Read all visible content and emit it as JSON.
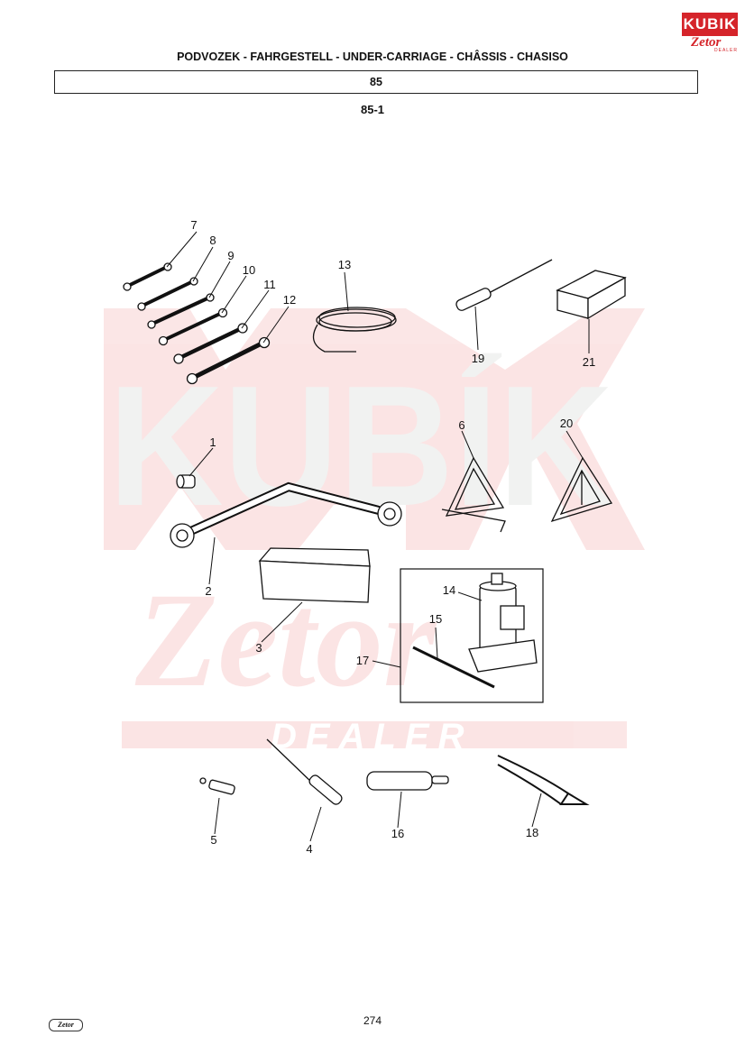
{
  "header": {
    "brand": "KUBIK",
    "brand_sub": "Zetor",
    "brand_dealer": "DEALER",
    "title": "PODVOZEK - FAHRGESTELL - UNDER-CARRIAGE - CHÂSSIS - CHASISO",
    "group_number": "85",
    "subgroup": "85-1"
  },
  "watermark": {
    "main": "KUBÍK",
    "sub": "Zetor",
    "dealer": "DEALER"
  },
  "callouts": [
    "1",
    "2",
    "3",
    "4",
    "5",
    "6",
    "7",
    "8",
    "9",
    "10",
    "11",
    "12",
    "13",
    "14",
    "15",
    "16",
    "17",
    "18",
    "19",
    "20",
    "21"
  ],
  "footer": {
    "page_number": "274",
    "logo": "Zetor"
  }
}
